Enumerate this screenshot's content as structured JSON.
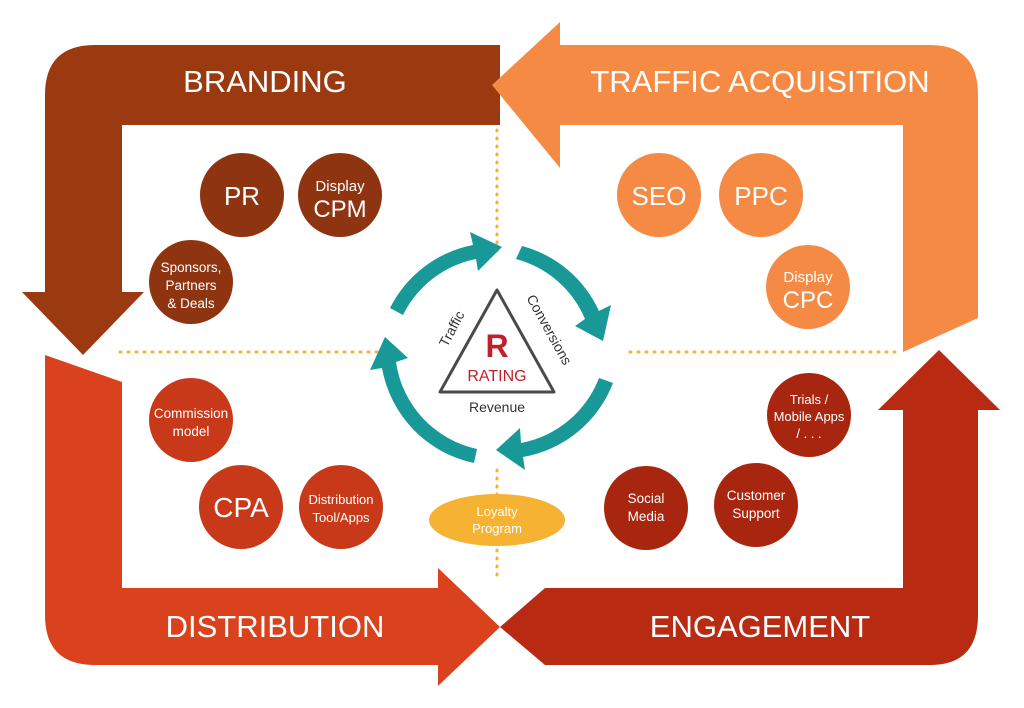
{
  "quadrants": {
    "branding": {
      "label": "BRANDING",
      "color": "#9B3A10"
    },
    "traffic_acquisition": {
      "label": "TRAFFIC ACQUISITION",
      "color": "#F58A45"
    },
    "distribution": {
      "label": "DISTRIBUTION",
      "color": "#D9421C"
    },
    "engagement": {
      "label": "ENGAGEMENT",
      "color": "#B82A12"
    }
  },
  "branding_items": {
    "pr": "PR",
    "display_cpm": [
      "Display",
      "CPM"
    ],
    "sponsors": [
      "Sponsors,",
      "Partners",
      "& Deals"
    ]
  },
  "traffic_items": {
    "seo": "SEO",
    "ppc": "PPC",
    "display_cpc": [
      "Display",
      "CPC"
    ]
  },
  "distribution_items": {
    "commission": [
      "Commission",
      "model"
    ],
    "cpa": "CPA",
    "distribution_tool": [
      "Distribution",
      "Tool/Apps"
    ]
  },
  "engagement_items": {
    "trials": [
      "Trials /",
      "Mobile Apps",
      "/ . . ."
    ],
    "social_media": [
      "Social",
      "Media"
    ],
    "customer_support": [
      "Customer",
      "Support"
    ]
  },
  "loyalty": [
    "Loyalty",
    "Program"
  ],
  "center": {
    "logo_letter": "R",
    "logo_word": "RATING",
    "side_left": "Traffic",
    "side_right": "Conversions",
    "side_bottom": "Revenue"
  },
  "colors": {
    "branding_circle": "#8E3410",
    "traffic_circle": "#F58A45",
    "distribution_circle": "#C8391A",
    "engagement_circle": "#A8260F",
    "loyalty": "#F5B233",
    "cycle_arrows": "#199898",
    "divider": "#F5B233",
    "logo_red": "#C0202A"
  }
}
